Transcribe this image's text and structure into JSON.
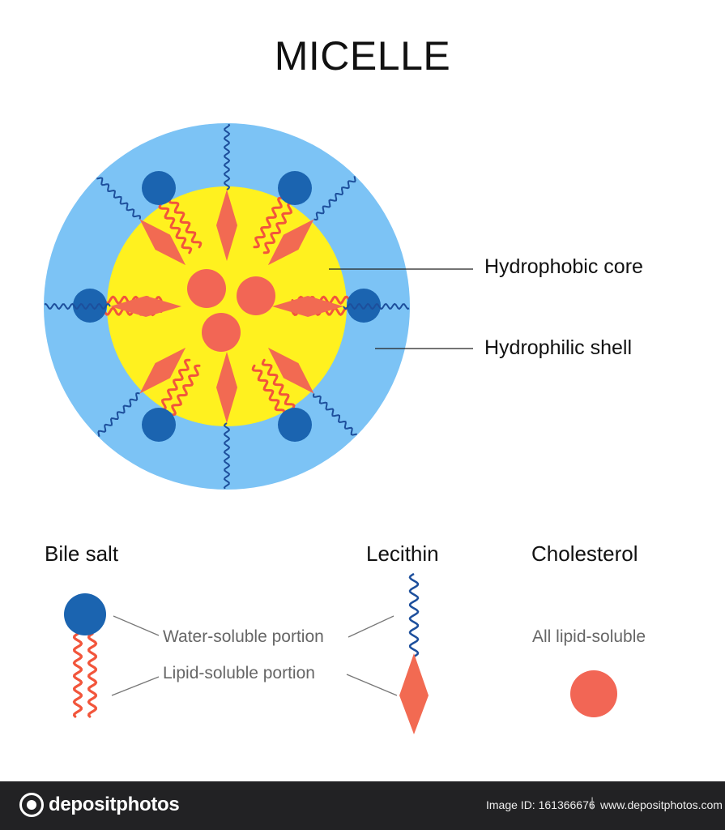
{
  "title": "MICELLE",
  "labels": {
    "hydrophobic_core": "Hydrophobic core",
    "hydrophilic_shell": "Hydrophilic shell"
  },
  "legend": {
    "bile_salt": "Bile salt",
    "lecithin": "Lecithin",
    "cholesterol": "Cholesterol",
    "water_soluble": "Water-soluble portion",
    "lipid_soluble": "Lipid-soluble portion",
    "all_lipid_soluble": "All lipid-soluble"
  },
  "footer": {
    "logo_text": "depositphotos",
    "image_id": "Image ID: 161366676",
    "separator": "|",
    "website": "www.depositphotos.com"
  },
  "colors": {
    "shell": "#7cc3f5",
    "core": "#fff11f",
    "head": "#1b64b0",
    "tail": "#f2553b",
    "lecithin_body": "#f26a52",
    "cholesterol": "#f26655",
    "wave": "#1d4f9c",
    "footer_bg": "#222224"
  },
  "icons": {
    "logo": "camera-lens-icon"
  }
}
